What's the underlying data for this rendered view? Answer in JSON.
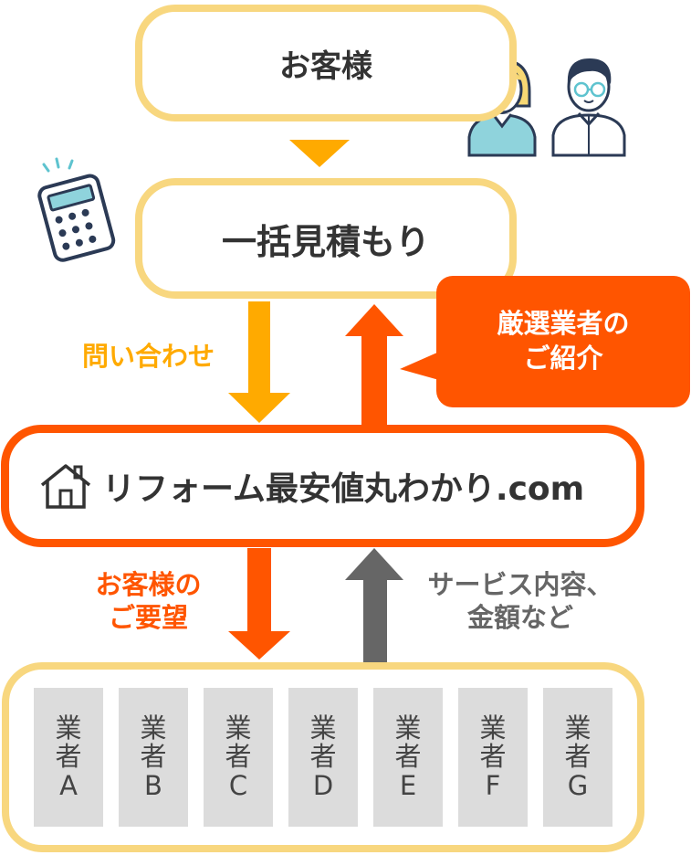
{
  "customer_box": {
    "label": "お客様"
  },
  "estimate_box": {
    "label": "一括見積もり"
  },
  "inquiry_label": "問い合わせ",
  "callout": {
    "line1": "厳選業者の",
    "line2": "ご紹介"
  },
  "site_box": {
    "label": "リフォーム最安値丸わかり.com"
  },
  "request_label": {
    "line1": "お客様の",
    "line2": "ご要望"
  },
  "service_label": {
    "line1": "サービス内容、",
    "line2": "金額など"
  },
  "vendors": [
    {
      "line1": "業",
      "line2": "者",
      "line3": "A"
    },
    {
      "line1": "業",
      "line2": "者",
      "line3": "B"
    },
    {
      "line1": "業",
      "line2": "者",
      "line3": "C"
    },
    {
      "line1": "業",
      "line2": "者",
      "line3": "D"
    },
    {
      "line1": "業",
      "line2": "者",
      "line3": "E"
    },
    {
      "line1": "業",
      "line2": "者",
      "line3": "F"
    },
    {
      "line1": "業",
      "line2": "者",
      "line3": "G"
    }
  ],
  "colors": {
    "yellow": "#f8d77f",
    "orange": "#ff5500",
    "amber": "#ffaa00",
    "gray": "#666666"
  },
  "icons": [
    "calculator-icon",
    "customer-people-icon",
    "house-icon"
  ]
}
